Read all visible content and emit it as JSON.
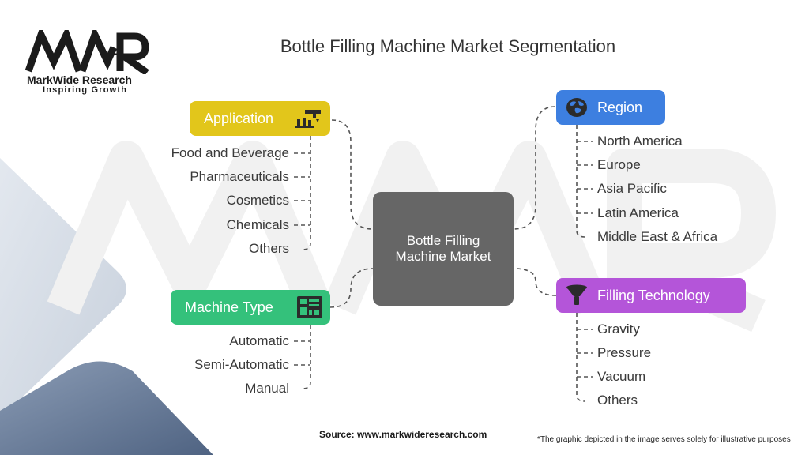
{
  "logo": {
    "mark": "MWR",
    "name": "MarkWide Research",
    "tagline": "Inspiring Growth"
  },
  "title": "Bottle Filling Machine Market Segmentation",
  "center": {
    "label": "Bottle Filling Machine Market"
  },
  "segments": {
    "application": {
      "label": "Application",
      "color": "#e2c61b",
      "icon": "bottling-machine-icon",
      "items": [
        "Food and Beverage",
        "Pharmaceuticals",
        "Cosmetics",
        "Chemicals",
        "Others"
      ]
    },
    "machine_type": {
      "label": "Machine Type",
      "color": "#34c17b",
      "icon": "machine-panel-icon",
      "items": [
        "Automatic",
        "Semi-Automatic",
        "Manual"
      ]
    },
    "region": {
      "label": "Region",
      "color": "#3d7fe0",
      "icon": "globe-icon",
      "items": [
        "North America",
        "Europe",
        "Asia Pacific",
        "Latin America",
        "Middle East & Africa"
      ]
    },
    "filling_technology": {
      "label": "Filling Technology",
      "color": "#b455d9",
      "icon": "funnel-icon",
      "items": [
        "Gravity",
        "Pressure",
        "Vacuum",
        "Others"
      ]
    }
  },
  "footer": {
    "source": "Source: www.markwideresearch.com",
    "note": "*The graphic depicted in the image serves solely for illustrative purposes"
  }
}
